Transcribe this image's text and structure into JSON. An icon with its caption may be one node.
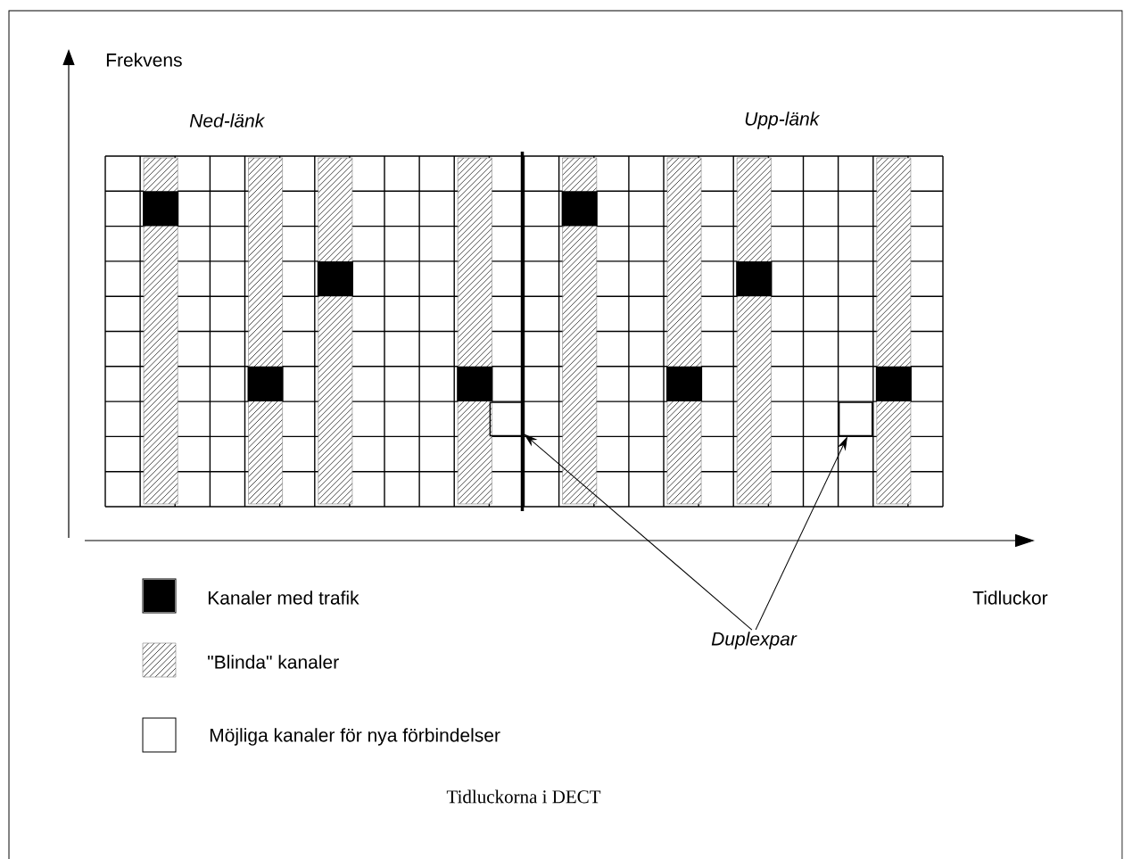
{
  "diagram": {
    "caption": "Tidluckorna i DECT",
    "nodes": [
      {
        "text": [],
        "shape": "box"
      },
      {
        "text": [],
        "shape": "box"
      },
      {
        "text": [
          "Duplexpar"
        ]
      }
    ],
    "edges": [
      {
        "from": 2,
        "to": 0,
        "arrow": "to"
      },
      {
        "from": 2,
        "to": 1,
        "arrow": "to"
      }
    ],
    "labels": [
      "Frekvens",
      "Ned-länk",
      "Upp-länk",
      "Tidluckor"
    ],
    "legend": [
      {
        "text": "Kanaler med trafik",
        "color": "#000000"
      },
      {
        "text": "\"Blinda\" kanaler"
      },
      {
        "text": "Möjliga kanaler för nya förbindelser",
        "color": "#ffffff"
      }
    ]
  }
}
